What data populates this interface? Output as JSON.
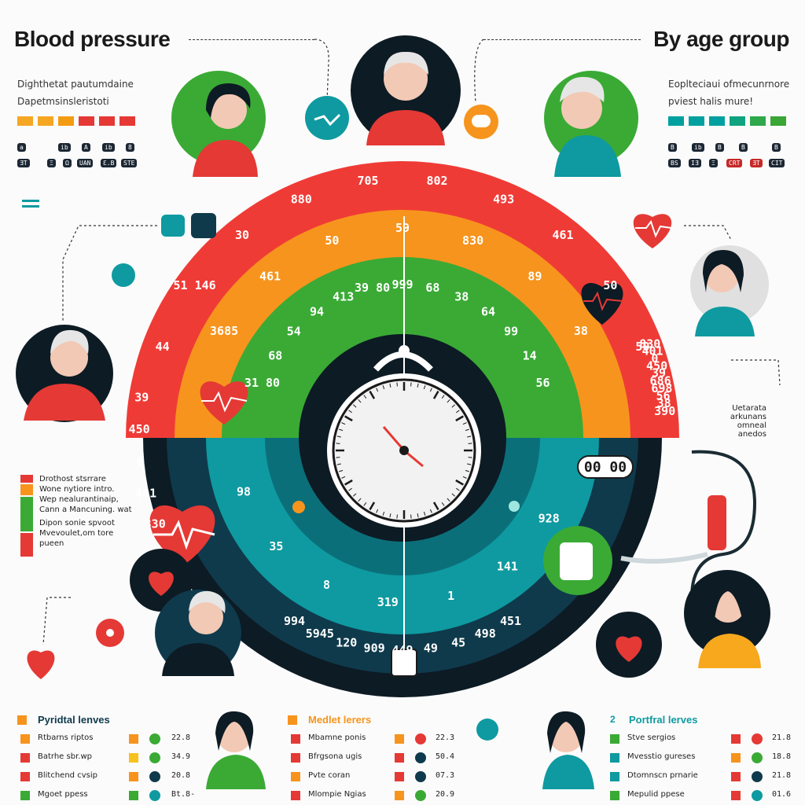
{
  "header": {
    "left_title": "Blood  pressure",
    "right_title": "By age group"
  },
  "left_info": {
    "line1": "Dighthetat pautumdaine",
    "line2": "Dapetmsinsleristoti",
    "colors": [
      "#f5a623",
      "#f5a623",
      "#f39c12",
      "#e53935",
      "#e53935",
      "#e53935",
      "#e53935"
    ],
    "icon_row": [
      "a",
      "ib",
      "A",
      "ib",
      "8"
    ],
    "pill_row": [
      "ƎT",
      "Ξ",
      "Ω",
      "UAN",
      "Ɛ.B",
      "STE"
    ]
  },
  "right_info": {
    "line1": "Eoplteciaui ofmecunrnore",
    "line2": "pviest halis mure!",
    "colors": [
      "#00a0a0",
      "#00a0a0",
      "#00a0a0",
      "#0fa37f",
      "#2ea84a",
      "#3aa635",
      "#3aa635"
    ],
    "icon_row": [
      "B",
      "ib",
      "B",
      "B",
      "B"
    ],
    "pill_row": [
      "BS",
      "IƎ",
      "Ξ",
      "CRT",
      "ƎT",
      "CIT"
    ]
  },
  "rings": {
    "outer_red": [
      "44",
      "51 146",
      "30",
      "880",
      "705",
      "802",
      "493",
      "461",
      "50",
      "50",
      "830",
      "401",
      "0",
      "450",
      "39",
      "686",
      "698",
      "56",
      "38",
      "390"
    ],
    "orange": [
      "3685",
      "461",
      "50",
      "59",
      "830",
      "89",
      "38"
    ],
    "green": [
      "31 80",
      "68",
      "54",
      "94",
      "413",
      "39 80",
      "999",
      "68",
      "38",
      "64",
      "99",
      "14",
      "56"
    ],
    "teal": [
      "98",
      "35",
      "8",
      "319",
      "1",
      "141",
      "928"
    ],
    "navy": [
      "994",
      "5945",
      "120",
      "909",
      "449",
      "49",
      "45",
      "498",
      "451"
    ]
  },
  "gauge": {
    "readout": "00 00"
  },
  "side_notes": {
    "left_block": [
      "Drothost stsrrare",
      "Wone nytiore intro.",
      "Wep nealurantinaip,",
      "Cann a Mancuning. wat",
      "Dipon sonie spvoot",
      "Mvevoulet,om tore",
      "pueen"
    ],
    "right_block": [
      "Uetarata",
      "arkunans",
      "omneal anedos"
    ]
  },
  "legends": [
    {
      "title": "Pyridtal lenves",
      "rows": [
        {
          "label": "Rtbarns riptos",
          "value": "22.8"
        },
        {
          "label": "Batrhe sbr.wp",
          "value": "34.9"
        },
        {
          "label": "Blitchend cvsip",
          "value": "20.8"
        },
        {
          "label": "Mgoet ppess",
          "value": "Bt.8-"
        }
      ]
    },
    {
      "title": "Medlet lerers",
      "rows": [
        {
          "label": "Mbamne ponis",
          "value": "22.3"
        },
        {
          "label": "Bfrgsona ugis",
          "value": "50.4"
        },
        {
          "label": "Pvte coran",
          "value": "07.3"
        },
        {
          "label": "Mlompie Ngias",
          "value": "20.9"
        }
      ]
    },
    {
      "title": "Portfral lerves",
      "rows": [
        {
          "label": "Stve sergios",
          "value": "21.8"
        },
        {
          "label": "Mvesstio gureses",
          "value": "18.8"
        },
        {
          "label": "Dtomnscn prnarie",
          "value": "21.8"
        },
        {
          "label": "Mepulid ppese",
          "value": "01.6"
        }
      ]
    }
  ],
  "colors": {
    "red": "#ef3b36",
    "orange": "#f7941d",
    "green": "#3aaa35",
    "teal": "#0e9aa0",
    "navy": "#0f3a4c",
    "dark": "#0d1b24"
  }
}
